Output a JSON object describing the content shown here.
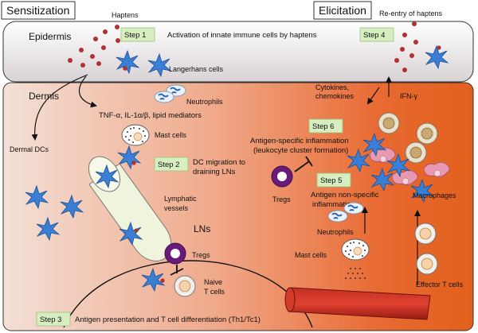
{
  "phases": {
    "sensitization": "Sensitization",
    "elicitation": "Elicitation"
  },
  "top_labels": {
    "haptens": "Haptens",
    "reentry": "Re-entry of haptens"
  },
  "regions": {
    "epidermis": "Epidermis",
    "dermis": "Dermis",
    "lns": "LNs"
  },
  "steps": {
    "s1": {
      "label": "Step 1",
      "text": "Activation of innate immune cells by haptens"
    },
    "s2": {
      "label": "Step 2",
      "text1": "DC migration to",
      "text2": "draining LNs"
    },
    "s3": {
      "label": "Step 3",
      "text": "Antigen presentation and T cell differentiation (Th1/Tc1)"
    },
    "s4": {
      "label": "Step 4"
    },
    "s5": {
      "label": "Step 5",
      "text1": "Antigen non-specific",
      "text2": "inflammation"
    },
    "s6": {
      "label": "Step 6",
      "text1": "Antigen-specific inflammation",
      "text2": "(leukocyte cluster formation)"
    }
  },
  "cells": {
    "langerhans": "Langerhans cells",
    "neutrophils_left": "Neutrophils",
    "mast_left": "Mast cells",
    "dermal_dcs": "Dermal DCs",
    "lymphatic1": "Lymphatic",
    "lymphatic2": "vessels",
    "tregs_ln": "Tregs",
    "naive1": "Naive",
    "naive2": "T cells",
    "tregs_right": "Tregs",
    "macrophages": "Macrophages",
    "neutrophils_right": "Neutrophils",
    "mast_right": "Mast cells",
    "effector": "Effector T cells"
  },
  "mediators": {
    "left": "TNF-α, IL-1α/β, lipid mediators",
    "cytokines1": "Cytokines,",
    "cytokines2": "chemokines",
    "ifn": "IFN-γ"
  },
  "colors": {
    "hapten": "#b0312f",
    "dc": "#3a7fd5",
    "step_bg": "#d6eec0",
    "treg": "#6a1b7a",
    "vessel": "#b5261d",
    "macrophage": "#e899b1"
  }
}
